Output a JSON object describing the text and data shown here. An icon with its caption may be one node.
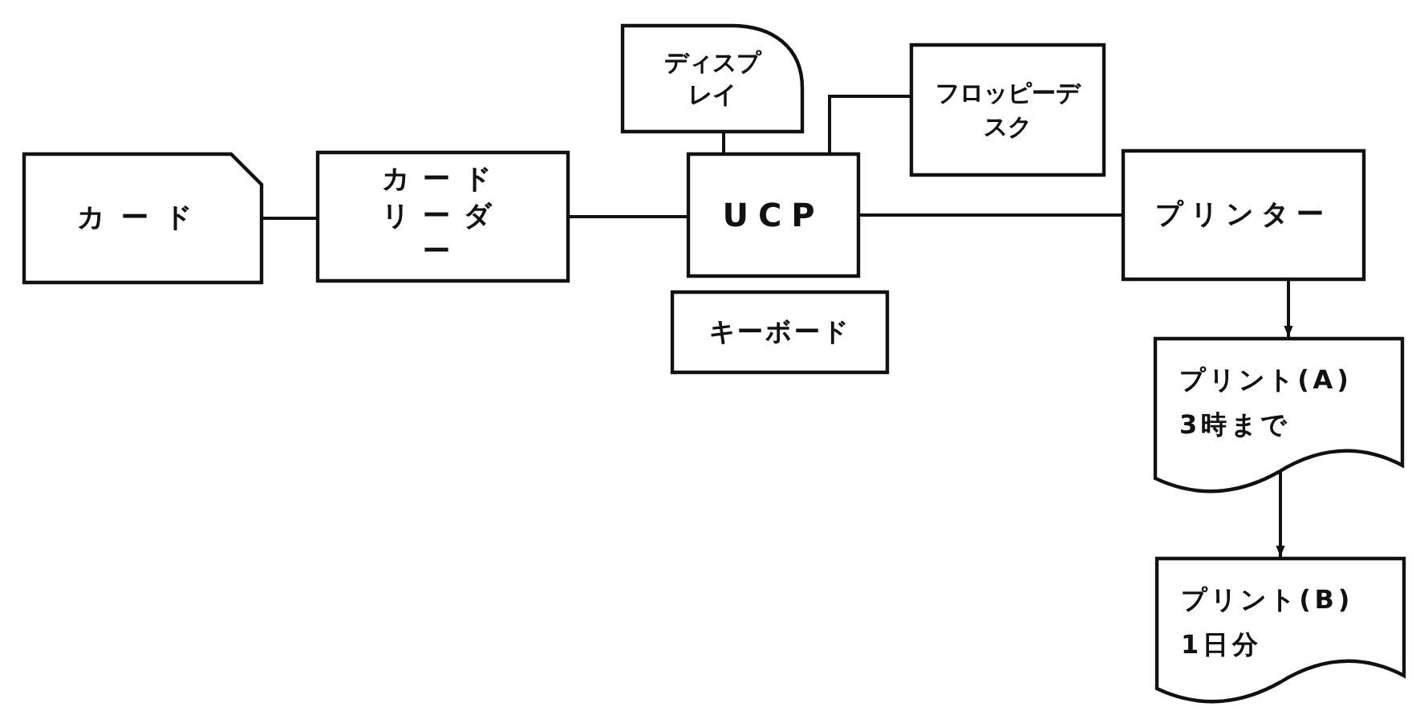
{
  "diagram": {
    "nodes": [
      {
        "text": [
          "カード"
        ]
      },
      {
        "text": [
          "カードリーダー"
        ]
      },
      {
        "text": [
          "ディスプレイ"
        ]
      },
      {
        "text": [
          "UCP"
        ]
      },
      {
        "text": [
          "フロッピーデスク"
        ]
      },
      {
        "text": [
          "キーボード"
        ]
      },
      {
        "text": [
          "プリンター"
        ]
      },
      {
        "text": [
          "プリント(A)",
          "3時まで"
        ]
      },
      {
        "text": [
          "プリント(B)",
          "1日分"
        ]
      }
    ],
    "edges": [
      {
        "from": 0,
        "to": 1,
        "arrow": "none"
      },
      {
        "from": 1,
        "to": 3,
        "arrow": "none"
      },
      {
        "from": 2,
        "to": 3,
        "arrow": "none"
      },
      {
        "from": 3,
        "to": 4,
        "arrow": "none"
      },
      {
        "from": 3,
        "to": 6,
        "arrow": "none"
      },
      {
        "from": 6,
        "to": 7,
        "arrow": "to"
      },
      {
        "from": 7,
        "to": 8,
        "arrow": "to"
      }
    ]
  }
}
